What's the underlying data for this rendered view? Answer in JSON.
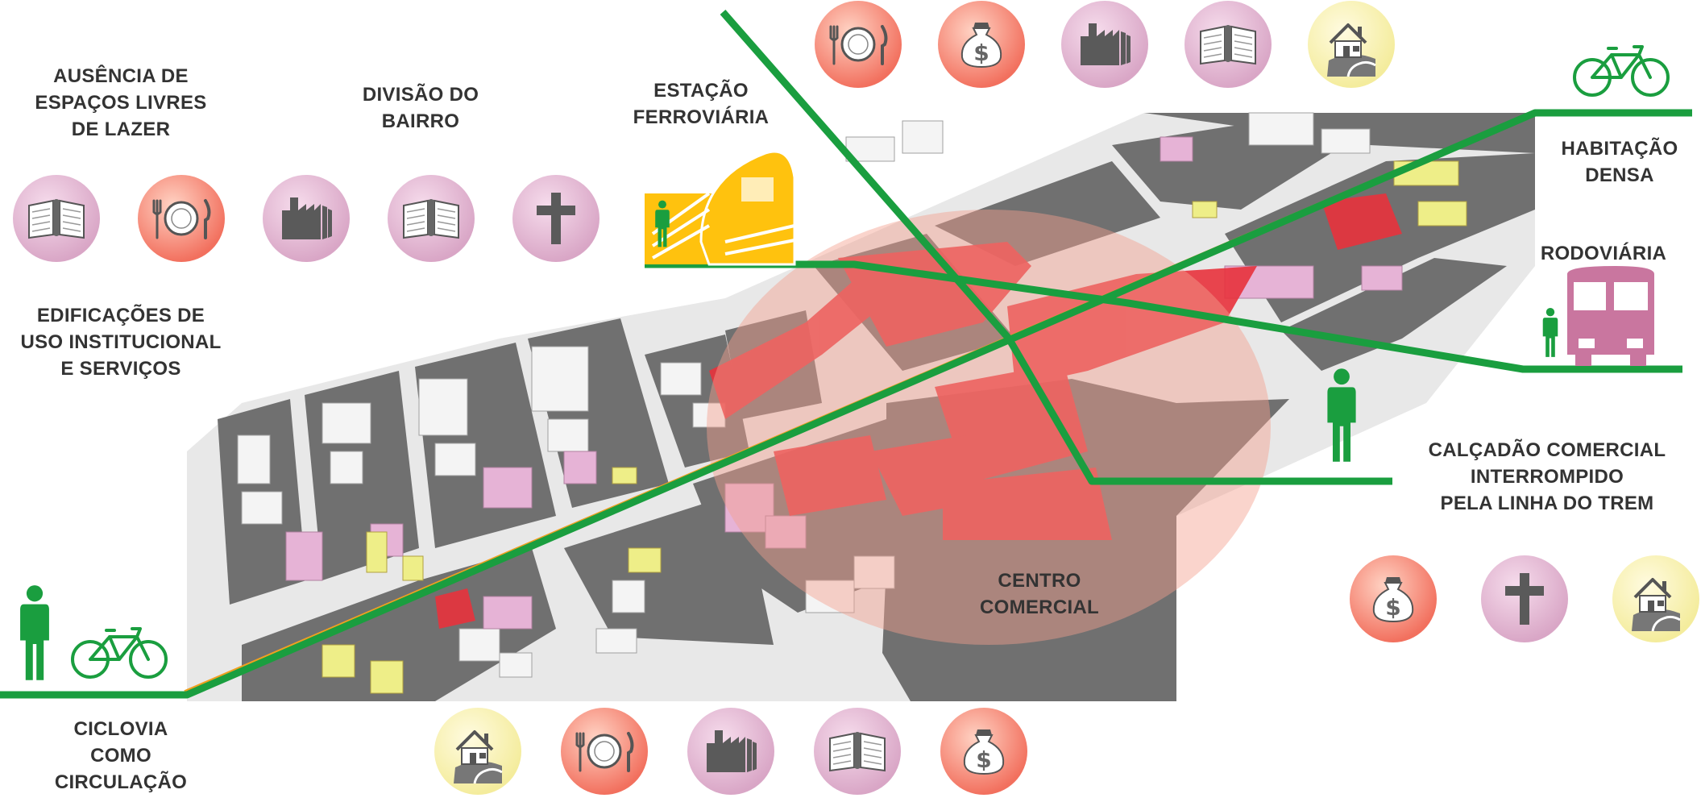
{
  "labels": {
    "ausencia": [
      "AUSÊNCIA DE",
      "ESPAÇOS LIVRES",
      "DE LAZER"
    ],
    "divisao": [
      "DIVISÃO DO",
      "BAIRRO"
    ],
    "estacao": [
      "ESTAÇÃO",
      "FERROVIÁRIA"
    ],
    "habitacao": [
      "HABITAÇÃO",
      "DENSA"
    ],
    "rodoviaria": [
      "RODOVIÁRIA"
    ],
    "edificacoes": [
      "EDIFICAÇÕES DE",
      "USO INSTITUCIONAL",
      "E SERVIÇOS"
    ],
    "calcadao": [
      "CALÇADÃO COMERCIAL",
      "INTERROMPIDO",
      "PELA LINHA DO TREM"
    ],
    "centro": [
      "CENTRO",
      "COMERCIAL"
    ],
    "ciclovia": [
      "CICLOVIA",
      "COMO",
      "CIRCULAÇÃO"
    ]
  },
  "icon_rows": {
    "top": [
      "restaurant-icon",
      "money-bag-icon",
      "factory-icon",
      "book-icon",
      "house-icon"
    ],
    "left": [
      "book-icon",
      "restaurant-icon",
      "factory-icon",
      "book-icon",
      "cross-icon"
    ],
    "bottom": [
      "house-icon",
      "restaurant-icon",
      "factory-icon",
      "book-icon",
      "money-bag-icon"
    ],
    "right": [
      "money-bag-icon",
      "cross-icon",
      "house-icon"
    ]
  },
  "icon_styles": {
    "restaurant-icon": "red",
    "money-bag-icon": "red",
    "factory-icon": "pink",
    "book-icon": "pink",
    "cross-icon": "pink",
    "house-icon": "yellow"
  },
  "legend_colors": {
    "commercial": "#e8323c",
    "institutional": "#e6b3d6",
    "residential_dense": "#eeee88",
    "route": "#1a9e3f",
    "railway": "#f0a020",
    "station": "#ffc20e",
    "bus": "#c9769f",
    "centre_zone": "#f3a08f"
  }
}
